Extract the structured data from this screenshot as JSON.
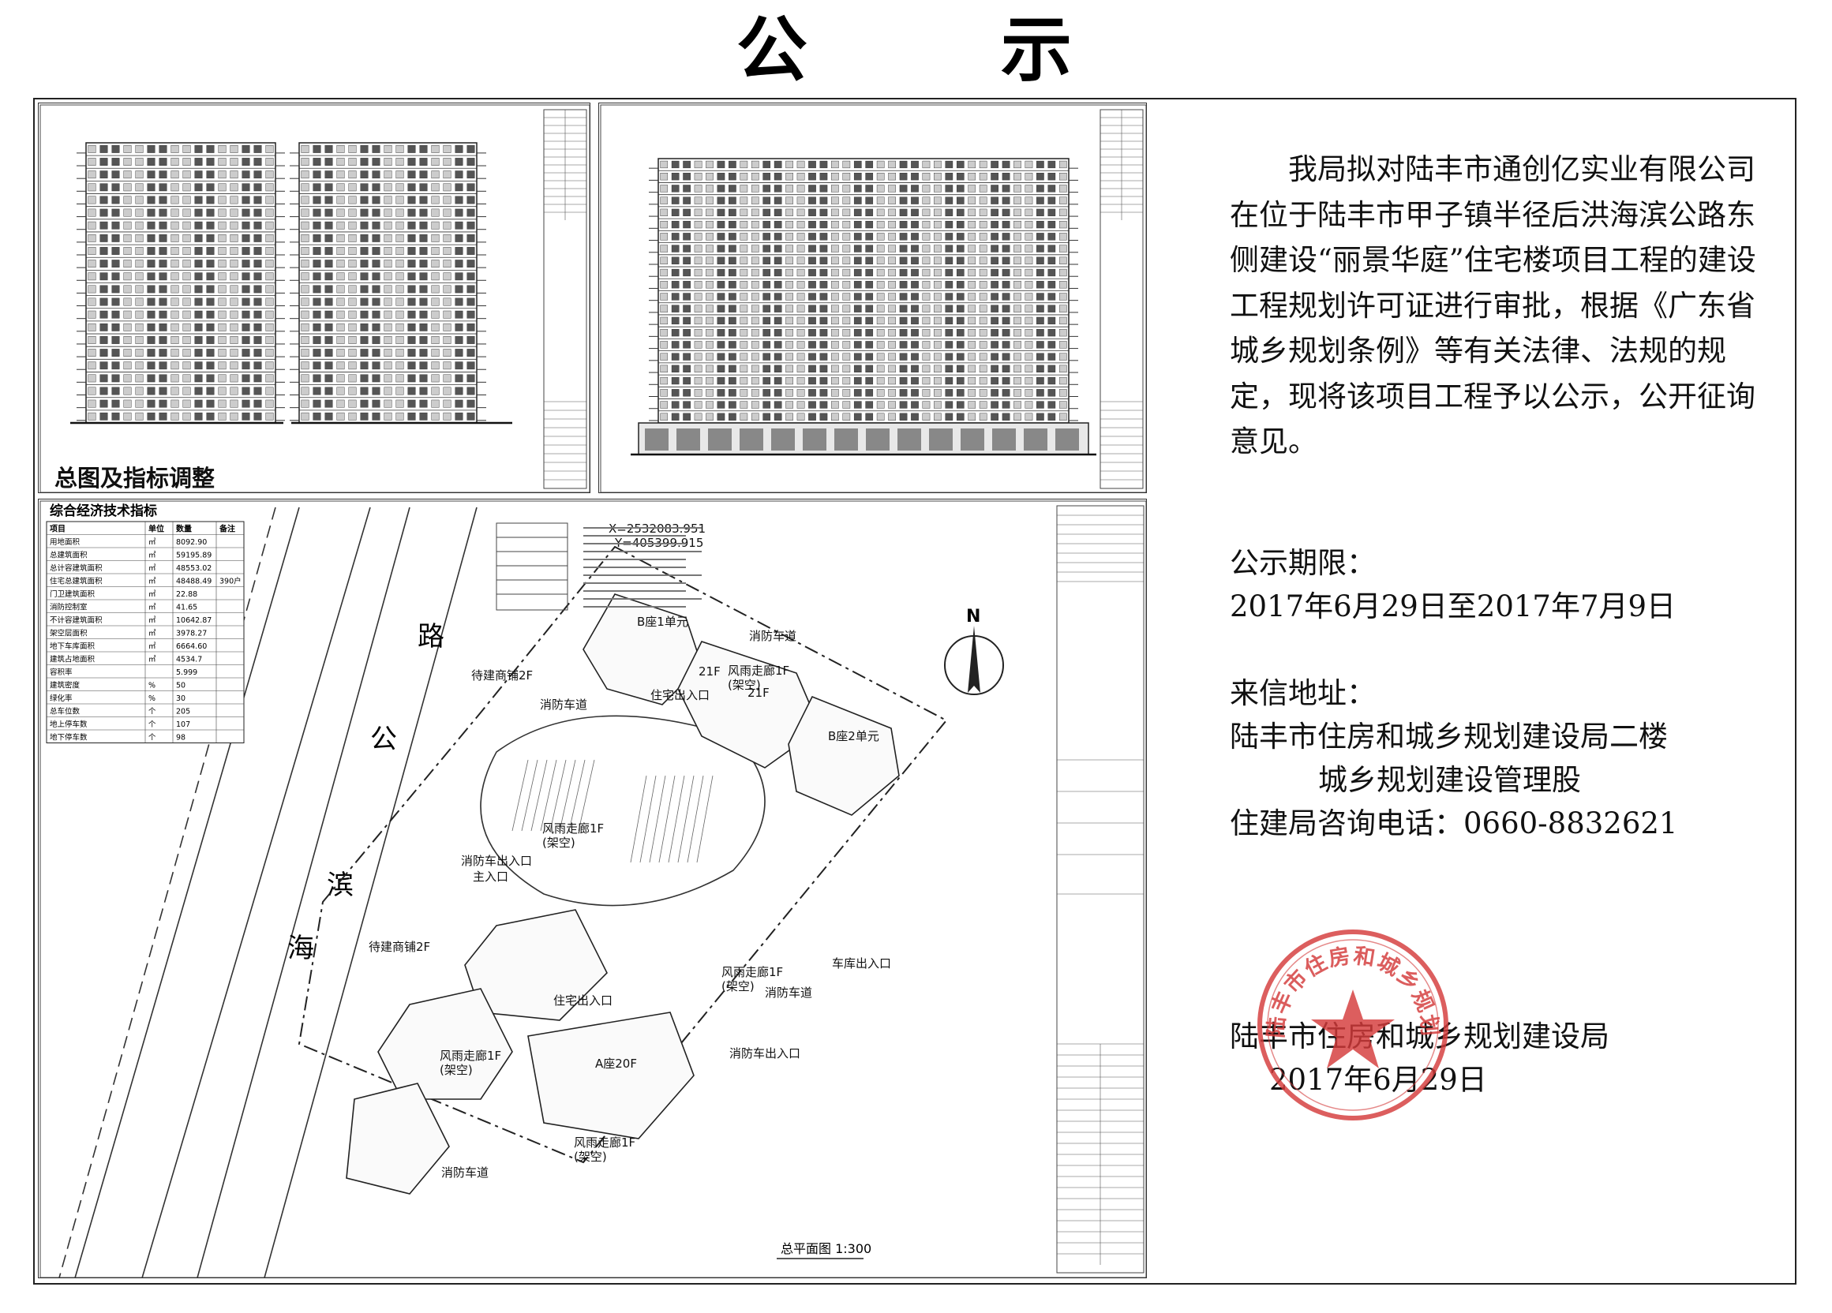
{
  "page": {
    "title_chars": [
      "公",
      "示"
    ]
  },
  "drawings": {
    "overlay_label": "总图及指标调整",
    "site_plan_caption": "总平面图 1:300",
    "north_label": "N",
    "table": {
      "title": "综合经济技术指标",
      "headers": [
        "项目",
        "单位",
        "数量",
        "备注"
      ],
      "rows": [
        {
          "label": "用地面积",
          "unit": "㎡",
          "value": "8092.90",
          "note": ""
        },
        {
          "label": "总建筑面积",
          "unit": "㎡",
          "value": "59195.89",
          "note": ""
        },
        {
          "label": "总计容建筑面积",
          "unit": "㎡",
          "value": "48553.02",
          "note": ""
        },
        {
          "label": "住宅总建筑面积",
          "unit": "㎡",
          "value": "48488.49",
          "note": "390户"
        },
        {
          "label": "门卫建筑面积",
          "unit": "㎡",
          "value": "22.88",
          "note": ""
        },
        {
          "label": "消防控制室",
          "unit": "㎡",
          "value": "41.65",
          "note": ""
        },
        {
          "label": "不计容建筑面积",
          "unit": "㎡",
          "value": "10642.87",
          "note": ""
        },
        {
          "label": "架空层面积",
          "unit": "㎡",
          "value": "3978.27",
          "note": ""
        },
        {
          "label": "地下车库面积",
          "unit": "㎡",
          "value": "6664.60",
          "note": ""
        },
        {
          "label": "建筑占地面积",
          "unit": "㎡",
          "value": "4534.7",
          "note": ""
        },
        {
          "label": "容积率",
          "unit": "",
          "value": "5.999",
          "note": ""
        },
        {
          "label": "建筑密度",
          "unit": "%",
          "value": "50",
          "note": ""
        },
        {
          "label": "绿化率",
          "unit": "%",
          "value": "30",
          "note": ""
        },
        {
          "label": "总车位数",
          "unit": "个",
          "value": "205",
          "note": ""
        },
        {
          "label": "地上停车数",
          "unit": "个",
          "value": "107",
          "note": ""
        },
        {
          "label": "地下停车数",
          "unit": "个",
          "value": "98",
          "note": ""
        }
      ]
    },
    "road_chars": [
      "路",
      "公",
      "滨",
      "海"
    ],
    "coords": {
      "top": [
        "X=2532083.951",
        "Y=405399.915"
      ]
    },
    "labels": {
      "shop1": "待建商铺2F",
      "shop2": "待建商铺2F",
      "fire_lane": "消防车道",
      "fire_exit": "消防车出入口",
      "main_entry": "主入口",
      "car_exit": "车库出入口",
      "building_b1": "B座1单元",
      "building_b2": "B座2单元",
      "building_a": "A座20F",
      "corridor": "风雨走廊1F",
      "elevated": "(架空)",
      "residential_entry": "住宅出入口",
      "floors_21": "21F"
    }
  },
  "notice": {
    "paragraph": "我局拟对陆丰市通创亿实业有限公司在位于陆丰市甲子镇半径后洪海滨公路东侧建设“丽景华庭”住宅楼项目工程的建设工程规划许可证进行审批，根据《广东省城乡规划条例》等有关法律、法规的规定，现将该项目工程予以公示，公开征询意见。",
    "period_label": "公示期限：",
    "period_value": "2017年6月29日至2017年7月9日",
    "address_label": "来信地址：",
    "address_line1": "陆丰市住房和城乡规划建设局二楼",
    "address_line2": "城乡规划建设管理股",
    "phone": "住建局咨询电话：0660-8832621",
    "issuer": "陆丰市住房和城乡规划建设局",
    "date": "2017年6月29日"
  },
  "seal": {
    "text": "陆丰市住房和城乡规划建设局",
    "color": "#d43a3a"
  }
}
